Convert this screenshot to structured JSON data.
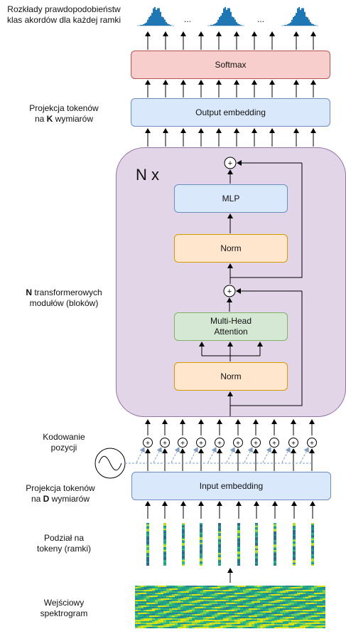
{
  "labels": {
    "output_dist_line1": "Rozkłady prawdopodobieństw",
    "output_dist_line2": "klas akordów dla każdej ramki",
    "k_proj_line1": "Projekcja tokenów",
    "k_proj_pre": "na ",
    "k_proj_bold": "K",
    "k_proj_post": " wymiarów",
    "n_blocks_bold": "N",
    "n_blocks_post": " transformerowych",
    "n_blocks_line2": "modułów (bloków)",
    "pos_enc_line1": "Kodowanie",
    "pos_enc_line2": "pozycji",
    "d_proj_line1": "Projekcja tokenów",
    "d_proj_pre": "na ",
    "d_proj_bold": "D",
    "d_proj_post": " wymiarów",
    "split_line1": "Podział na",
    "split_line2": "tokeny (ramki)",
    "input_spec_line1": "Wejściowy",
    "input_spec_line2": "spektrogram"
  },
  "boxes": {
    "softmax": "Softmax",
    "output_embedding": "Output embedding",
    "mlp": "MLP",
    "norm_top": "Norm",
    "mha_line1": "Multi-Head",
    "mha_line2": "Attention",
    "norm_bottom": "Norm",
    "input_embedding": "Input embedding"
  },
  "block_label": "N x",
  "ellipsis": "...",
  "plus_sign": "+",
  "colors": {
    "softmax_fill": "#f8cecc",
    "embedding_fill": "#dae8fc",
    "norm_fill": "#ffe6cc",
    "attention_fill": "#d5e8d4",
    "block_fill": "#e1d5e7",
    "histogram": "#1f77b4",
    "positional_dashed": "#7e9cbf"
  }
}
